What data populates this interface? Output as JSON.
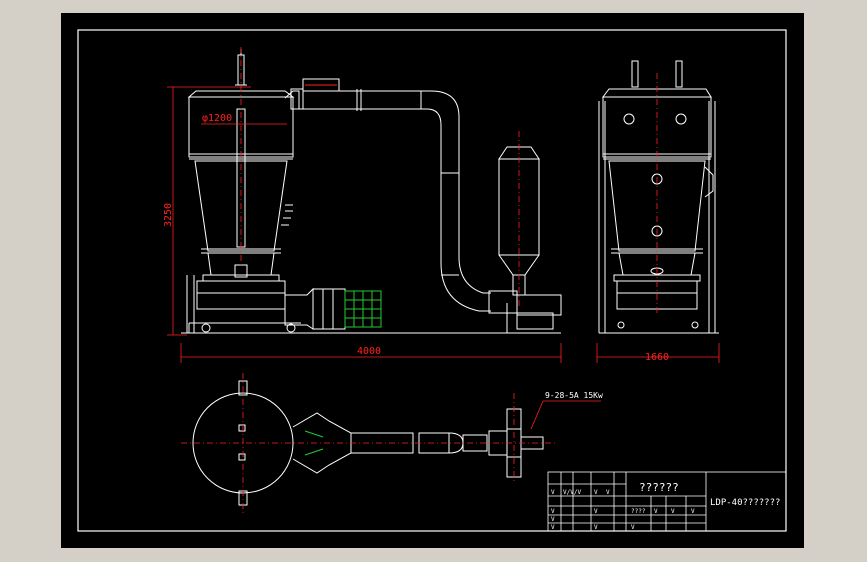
{
  "drawing": {
    "colors": {
      "background": "#000000",
      "outer_bg": "#d4d0c8",
      "line_white": "#ffffff",
      "dimension_red": "#ff2020",
      "centerline_red": "#ff3030",
      "filter_green": "#22cc33",
      "hatch_magenta": "#c83cc8"
    },
    "dimensions": {
      "diameter": "φ1200",
      "height": "3250",
      "length": "4000",
      "width": "1660"
    },
    "annotation": {
      "fan": "9-28-5A 15Kw"
    },
    "title_block": {
      "main_title": "??????",
      "drawing_code": "LDP-40???????",
      "small_text": [
        "V",
        "V/V/V",
        "V",
        "V",
        "V",
        "V",
        "V",
        "V",
        "????",
        "V",
        "V",
        "V",
        "V",
        "V"
      ]
    }
  }
}
